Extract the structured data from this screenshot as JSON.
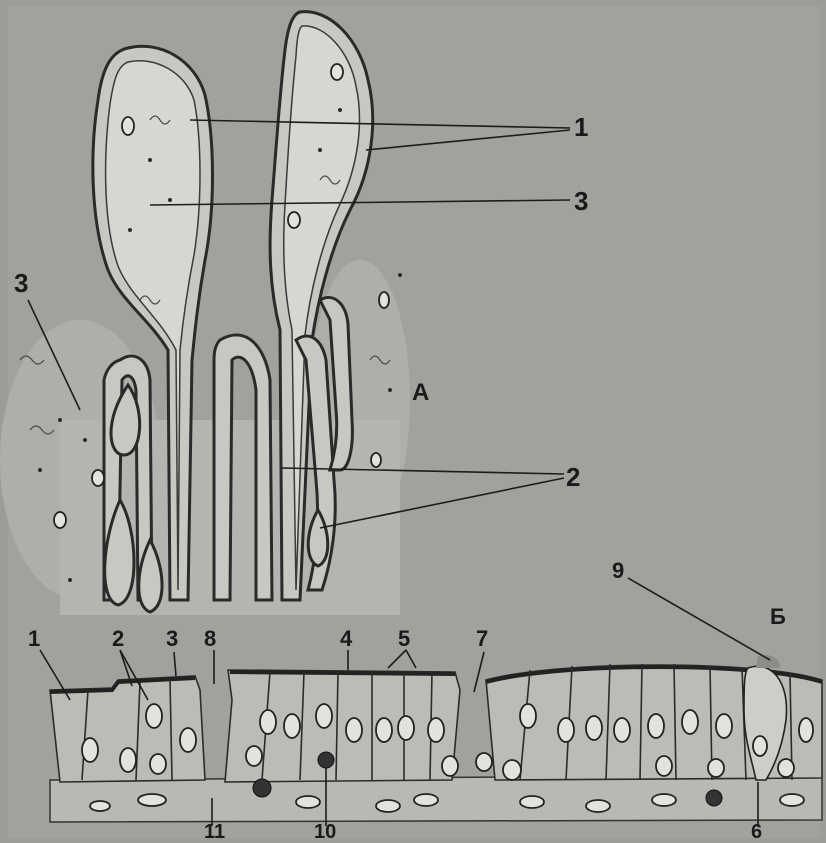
{
  "figure": {
    "part_labels": {
      "a": "А",
      "b": "Б"
    },
    "villi_labels": [
      "1",
      "3",
      "3",
      "2"
    ],
    "epithelium_labels": [
      "1",
      "2",
      "3",
      "8",
      "4",
      "5",
      "7",
      "9",
      "11",
      "10",
      "6"
    ]
  },
  "colors": {
    "background": "#9c9a96",
    "tissue": "#c9c7c2",
    "ink": "#1a1a1a"
  }
}
